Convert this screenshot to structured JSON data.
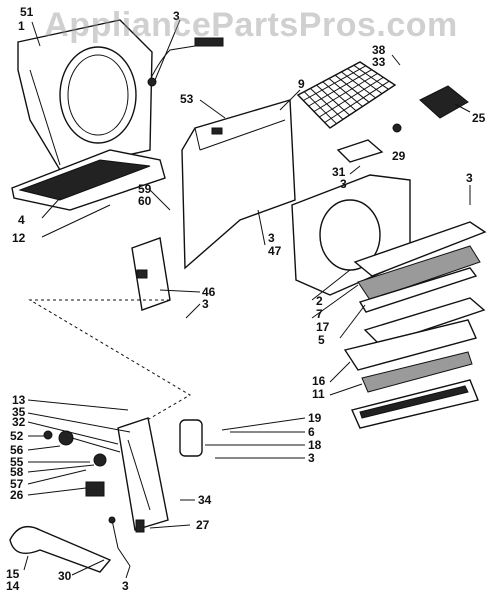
{
  "watermark": "AppliancePartsPros.com",
  "callouts": [
    "51",
    "1",
    "3",
    "38",
    "33",
    "53",
    "9",
    "25",
    "29",
    "31",
    "3",
    "59",
    "60",
    "4",
    "12",
    "3",
    "47",
    "3",
    "2",
    "7",
    "17",
    "5",
    "46",
    "3",
    "16",
    "11",
    "13",
    "35",
    "32",
    "52",
    "56",
    "55",
    "58",
    "57",
    "26",
    "19",
    "6",
    "18",
    "3",
    "34",
    "27",
    "15",
    "14",
    "30",
    "3"
  ]
}
